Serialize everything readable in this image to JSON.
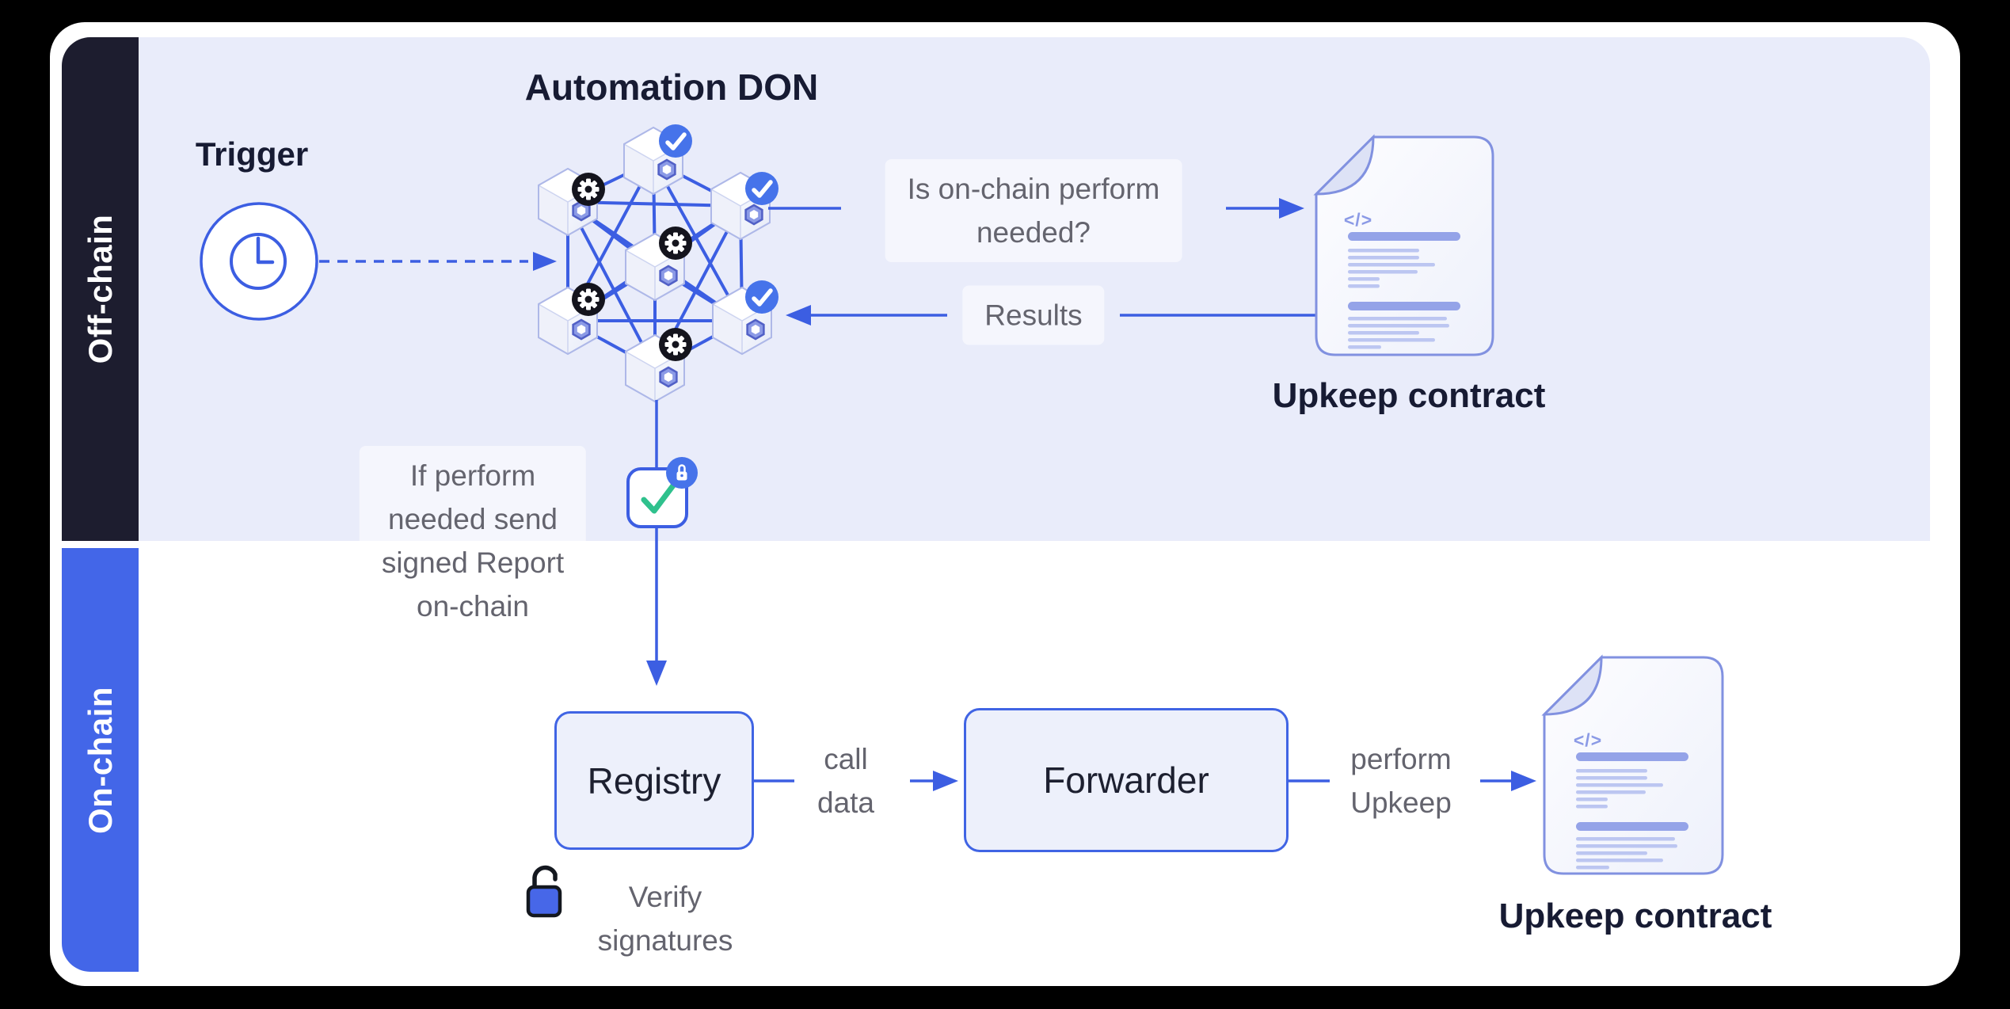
{
  "colors": {
    "accent_blue": "#3c5ee2",
    "bar_blue": "#4366e8",
    "dark_navy": "#1d1d2f",
    "lavender": "#e9ecfa",
    "badge_blue": "#4673ea",
    "badge_dark": "#14141d",
    "green_check": "#2fc18d",
    "gray_text": "#64646e",
    "heading_text": "#171b33"
  },
  "sidebar": {
    "offchain_label": "Off-chain",
    "onchain_label": "On-chain"
  },
  "offchain": {
    "trigger_label": "Trigger",
    "don_title": "Automation DON",
    "question_line1": "Is on-chain perform",
    "question_line2": "needed?",
    "results_label": "Results",
    "upkeep_contract_label": "Upkeep contract",
    "report_note_line1": "If perform",
    "report_note_line2": "needed send",
    "report_note_line3": "signed Report",
    "report_note_line4": "on-chain",
    "code_glyph": "</>"
  },
  "onchain": {
    "registry_label": "Registry",
    "call_data_line1": "call",
    "call_data_line2": "data",
    "forwarder_label": "Forwarder",
    "perform_line1": "perform",
    "perform_line2": "Upkeep",
    "upkeep_contract_label": "Upkeep contract",
    "verify_line1": "Verify",
    "verify_line2": "signatures",
    "code_glyph": "</>"
  }
}
